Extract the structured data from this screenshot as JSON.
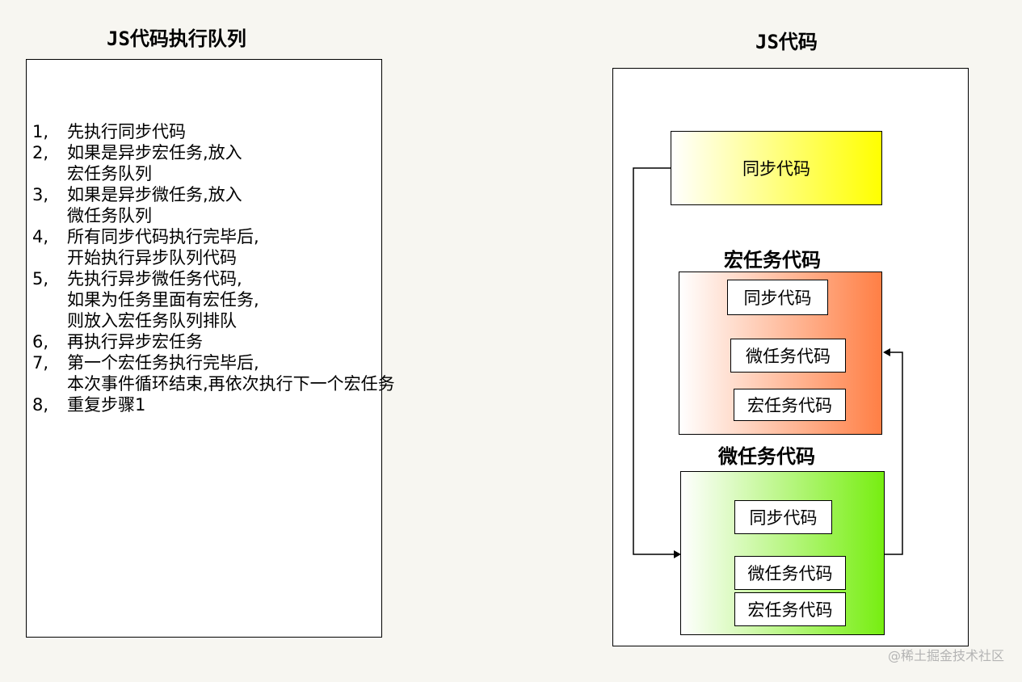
{
  "left": {
    "title": "JS代码执行队列",
    "steps": [
      {
        "num": "1,",
        "text": "先执行同步代码"
      },
      {
        "num": "2,",
        "text": "如果是异步宏任务,放入\n宏任务队列"
      },
      {
        "num": "3,",
        "text": "如果是异步微任务,放入\n微任务队列"
      },
      {
        "num": "4,",
        "text": "所有同步代码执行完毕后,\n开始执行异步队列代码"
      },
      {
        "num": "5,",
        "text": "先执行异步微任务代码,\n如果为任务里面有宏任务,\n则放入宏任务队列排队"
      },
      {
        "num": "6,",
        "text": "再执行异步宏任务"
      },
      {
        "num": "7,",
        "text": "第一个宏任务执行完毕后,\n本次事件循环结束,再依次执行下一个宏任务"
      },
      {
        "num": "8,",
        "text": "重复步骤1"
      }
    ]
  },
  "right": {
    "title": "JS代码",
    "sync_box": "同步代码",
    "macro": {
      "label": "宏任务代码",
      "items": [
        "同步代码",
        "微任务代码",
        "宏任务代码"
      ]
    },
    "micro": {
      "label": "微任务代码",
      "items": [
        "同步代码",
        "微任务代码",
        "宏任务代码"
      ]
    }
  },
  "watermark": "@稀土掘金技术社区",
  "colors": {
    "background": "#f7f6f1",
    "sync_gradient_end": "#ffff00",
    "macro_gradient_end": "#ff7f45",
    "micro_gradient_end": "#77ee11"
  }
}
